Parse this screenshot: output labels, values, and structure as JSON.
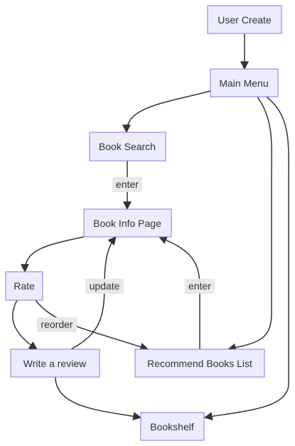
{
  "flowchart": {
    "nodes": {
      "user_create": "User Create",
      "main_menu": "Main Menu",
      "book_search": "Book Search",
      "book_info_page": "Book Info Page",
      "rate": "Rate",
      "write_review": "Write a review",
      "recommend_books_list": "Recommend Books List",
      "bookshelf": "Bookshelf"
    },
    "edges": [
      {
        "from": "User Create",
        "to": "Main Menu",
        "label": ""
      },
      {
        "from": "Main Menu",
        "to": "Book Search",
        "label": ""
      },
      {
        "from": "Main Menu",
        "to": "Recommend Books List",
        "label": ""
      },
      {
        "from": "Main Menu",
        "to": "Bookshelf",
        "label": ""
      },
      {
        "from": "Book Search",
        "to": "Book Info Page",
        "label": "enter"
      },
      {
        "from": "Book Info Page",
        "to": "Rate",
        "label": ""
      },
      {
        "from": "Rate",
        "to": "Write a review",
        "label": ""
      },
      {
        "from": "Rate",
        "to": "Recommend Books List",
        "label": "reorder"
      },
      {
        "from": "Write a review",
        "to": "Book Info Page",
        "label": "update"
      },
      {
        "from": "Recommend Books List",
        "to": "Book Info Page",
        "label": "enter"
      },
      {
        "from": "Write a review",
        "to": "Bookshelf",
        "label": ""
      }
    ],
    "edge_labels": {
      "search_enter": "enter",
      "review_update": "update",
      "recommend_enter": "enter",
      "rate_reorder": "reorder"
    }
  },
  "colors": {
    "node_fill": "#ECECFF",
    "node_stroke": "#9370DB",
    "edge": "#333333",
    "label_background": "#e8e8e8",
    "text": "#333333"
  }
}
